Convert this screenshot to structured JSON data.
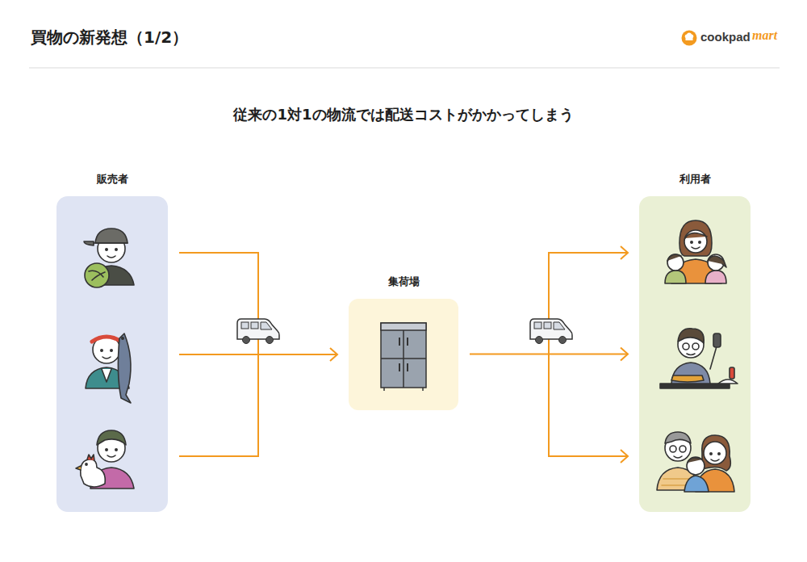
{
  "diagram": {
    "title": "買物の新発想（1/2）",
    "nodes": [
      {
        "text": [
          "販売者"
        ]
      },
      {
        "text": [
          "集荷場"
        ]
      },
      {
        "text": [
          "利用者"
        ]
      }
    ],
    "edges": [
      {
        "from": 0,
        "to": 1,
        "arrow": "to"
      },
      {
        "from": 1,
        "to": 2,
        "arrow": "to"
      }
    ],
    "labels": [
      "cookpad",
      "mart",
      "従来の1対1の物流では配送コストがかかってしまう"
    ]
  }
}
